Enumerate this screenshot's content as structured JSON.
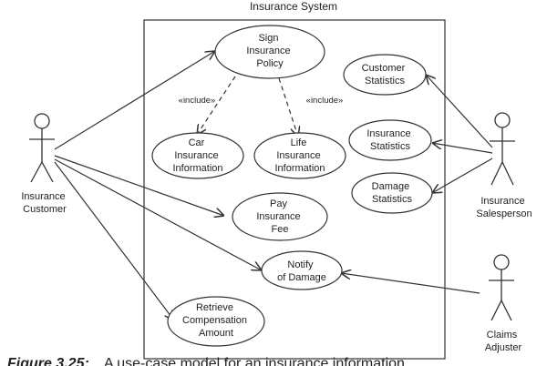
{
  "title": "Insurance System",
  "use_cases": {
    "sign_policy": [
      "Sign",
      "Insurance",
      "Policy"
    ],
    "car_info": [
      "Car",
      "Insurance",
      "Information"
    ],
    "life_info": [
      "Life",
      "Insurance",
      "Information"
    ],
    "pay_fee": [
      "Pay",
      "Insurance",
      "Fee"
    ],
    "notify_damage": [
      "Notify",
      "of Damage"
    ],
    "retrieve_comp": [
      "Retrieve",
      "Compensation",
      "Amount"
    ],
    "customer_stats": [
      "Customer",
      "Statistics"
    ],
    "insurance_stats": [
      "Insurance",
      "Statistics"
    ],
    "damage_stats": [
      "Damage",
      "Statistics"
    ]
  },
  "actors": {
    "customer": [
      "Insurance",
      "Customer"
    ],
    "salesperson": [
      "Insurance",
      "Salesperson"
    ],
    "adjuster": [
      "Claims",
      "Adjuster"
    ]
  },
  "stereotypes": {
    "include_car": "«include»",
    "include_life": "«include»"
  },
  "caption": {
    "label": "Figure 3.25:",
    "text": "A use-case model for an insurance information"
  }
}
